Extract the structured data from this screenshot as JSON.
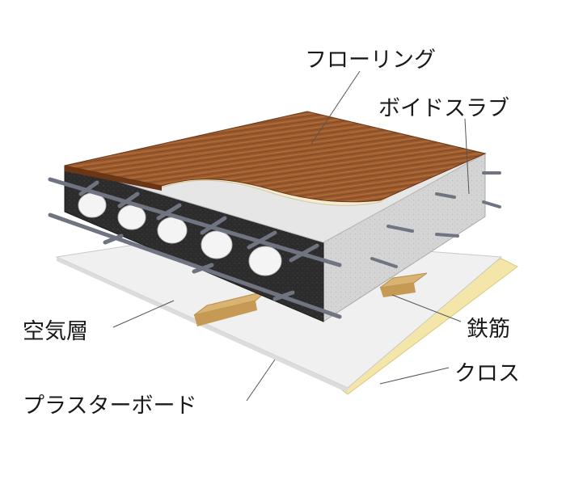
{
  "labels": {
    "flooring": "フローリング",
    "void_slab": "ボイドスラブ",
    "air_layer": "空気層",
    "rebar": "鉄筋",
    "cloth": "クロス",
    "plaster_board": "プラスターボード"
  },
  "colors": {
    "wood": "#9a5a2e",
    "concrete": "#d4d4d4",
    "concrete_dark": "#2c2c2c",
    "rebar": "#6f7480",
    "void": "#f4f4f4",
    "joist": "#d9b372",
    "plaster": "#f0f0f0",
    "cloth": "#f3e6a8",
    "leader": "#555555"
  }
}
